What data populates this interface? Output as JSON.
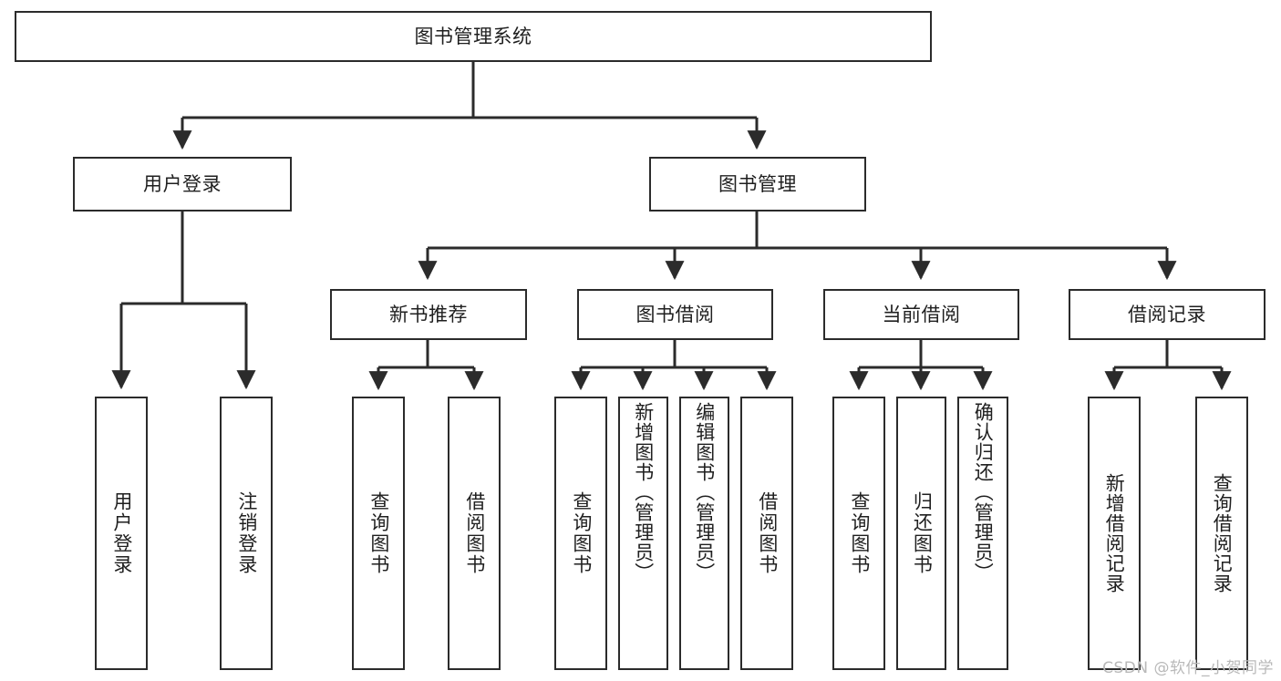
{
  "diagram": {
    "type": "tree",
    "title": "图书管理系统",
    "root": {
      "id": "root",
      "label": "图书管理系统"
    },
    "level2": [
      {
        "id": "user-login",
        "label": "用户登录"
      },
      {
        "id": "book-manage",
        "label": "图书管理"
      }
    ],
    "level3": [
      {
        "id": "new-book-rec",
        "label": "新书推荐"
      },
      {
        "id": "book-borrow",
        "label": "图书借阅"
      },
      {
        "id": "current-borrow",
        "label": "当前借阅"
      },
      {
        "id": "borrow-record",
        "label": "借阅记录"
      }
    ],
    "leaves": {
      "user_login": [
        {
          "id": "leaf-user-login",
          "label": "用户登录"
        },
        {
          "id": "leaf-logout-login",
          "label": "注销登录"
        }
      ],
      "new_book_rec": [
        {
          "id": "leaf-query-book-1",
          "label": "查询图书"
        },
        {
          "id": "leaf-borrow-book-1",
          "label": "借阅图书"
        }
      ],
      "book_borrow": [
        {
          "id": "leaf-query-book-2",
          "label": "查询图书"
        },
        {
          "id": "leaf-add-book",
          "label": "新增图书（管理员）"
        },
        {
          "id": "leaf-edit-book",
          "label": "编辑图书（管理员）"
        },
        {
          "id": "leaf-borrow-book-2",
          "label": "借阅图书"
        }
      ],
      "current_borrow": [
        {
          "id": "leaf-query-book-3",
          "label": "查询图书"
        },
        {
          "id": "leaf-return-book",
          "label": "归还图书"
        },
        {
          "id": "leaf-confirm-return",
          "label": "确认归还（管理员）"
        }
      ],
      "borrow_record": [
        {
          "id": "leaf-add-record",
          "label": "新增借阅记录"
        },
        {
          "id": "leaf-query-record",
          "label": "查询借阅记录"
        }
      ]
    },
    "colors": {
      "background": "#ffffff",
      "node_border": "#2b2b2b",
      "node_fill": "#ffffff",
      "edge": "#2b2b2b",
      "text": "#1f1f1f",
      "watermark": "#b9b9b9"
    }
  },
  "watermark": {
    "text": "CSDN @软件_小贺同学"
  }
}
